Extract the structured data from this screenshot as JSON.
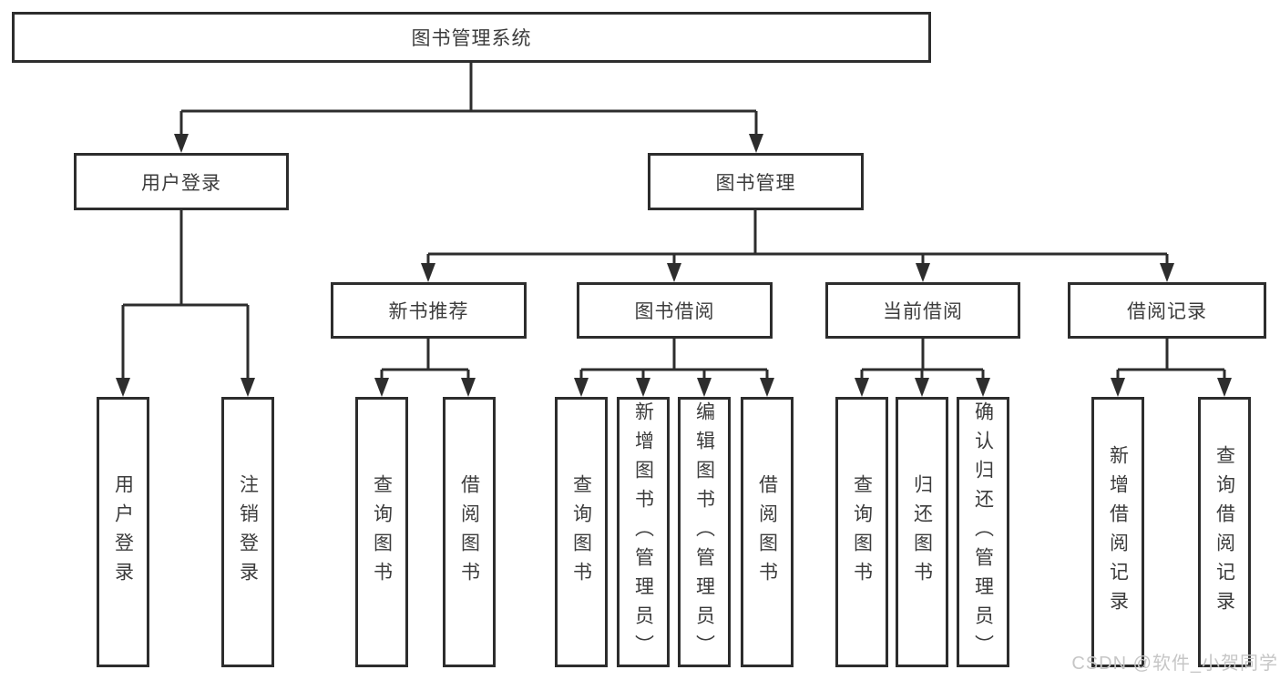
{
  "diagram": {
    "root": {
      "label": "图书管理系统"
    },
    "level2": {
      "user_login": {
        "label": "用户登录"
      },
      "book_mgmt": {
        "label": "图书管理"
      }
    },
    "level3": {
      "new_book_rec": {
        "label": "新书推荐"
      },
      "book_borrow": {
        "label": "图书借阅"
      },
      "current_borrow": {
        "label": "当前借阅"
      },
      "borrow_record": {
        "label": "借阅记录"
      }
    },
    "leaves": {
      "login": {
        "label": "用户登录"
      },
      "logout": {
        "label": "注销登录"
      },
      "rec_query_books": {
        "label": "查询图书"
      },
      "rec_borrow_books": {
        "label": "借阅图书"
      },
      "bb_query_books": {
        "label": "查询图书"
      },
      "bb_add_books": {
        "label": "新增图书（管理员）"
      },
      "bb_edit_books": {
        "label": "编辑图书（管理员）"
      },
      "bb_borrow_books": {
        "label": "借阅图书"
      },
      "cb_query_books": {
        "label": "查询图书"
      },
      "cb_return_books": {
        "label": "归还图书"
      },
      "cb_confirm_return": {
        "label": "确认归还（管理员）"
      },
      "br_add_record": {
        "label": "新增借阅记录"
      },
      "br_query_record": {
        "label": "查询借阅记录"
      }
    },
    "watermark": {
      "text": "CSDN @软件_小贺同学"
    },
    "colors": {
      "line": "#2d2d2d",
      "text": "#3c3c3c",
      "watermark": "#c6c6c6",
      "background": "#ffffff"
    }
  }
}
